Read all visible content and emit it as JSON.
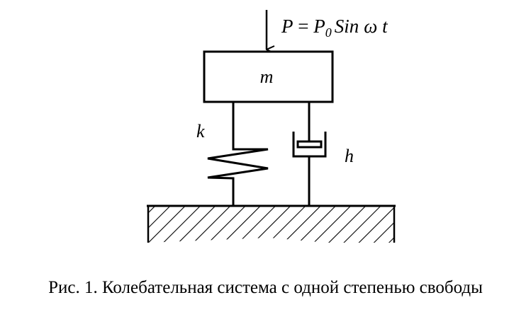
{
  "force_label": {
    "lhs": "P",
    "eq": " = ",
    "base": "P",
    "sub": "0",
    "fn": "Sin",
    "arg": "ω t"
  },
  "mass_label": "m",
  "spring_label": "k",
  "damper_label": "h",
  "caption": "Рис. 1. Колебательная система с одной степенью свободы"
}
